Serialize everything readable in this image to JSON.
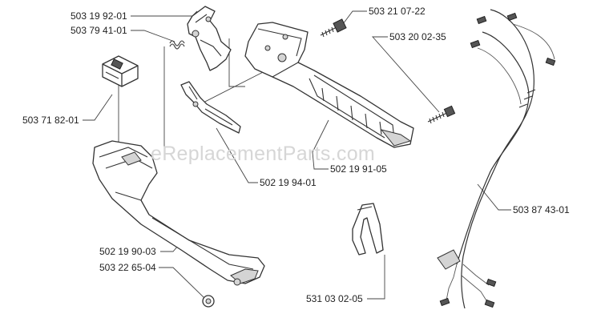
{
  "watermark": "eReplacementParts.com",
  "parts": [
    {
      "id": "label-503-19-92-01",
      "part_number": "503 19 92-01"
    },
    {
      "id": "label-503-79-41-01",
      "part_number": "503 79 41-01"
    },
    {
      "id": "label-503-71-82-01",
      "part_number": "503 71 82-01"
    },
    {
      "id": "label-503-21-07-22",
      "part_number": "503 21 07-22"
    },
    {
      "id": "label-503-20-02-35",
      "part_number": "503 20 02-35"
    },
    {
      "id": "label-502-19-91-05",
      "part_number": "502 19 91-05"
    },
    {
      "id": "label-502-19-94-01",
      "part_number": "502 19 94-01"
    },
    {
      "id": "label-503-87-43-01",
      "part_number": "503 87 43-01"
    },
    {
      "id": "label-502-19-90-03",
      "part_number": "502 19 90-03"
    },
    {
      "id": "label-503-22-65-04",
      "part_number": "503 22 65-04"
    },
    {
      "id": "label-531-03-02-05",
      "part_number": "531 03 02-05"
    }
  ]
}
